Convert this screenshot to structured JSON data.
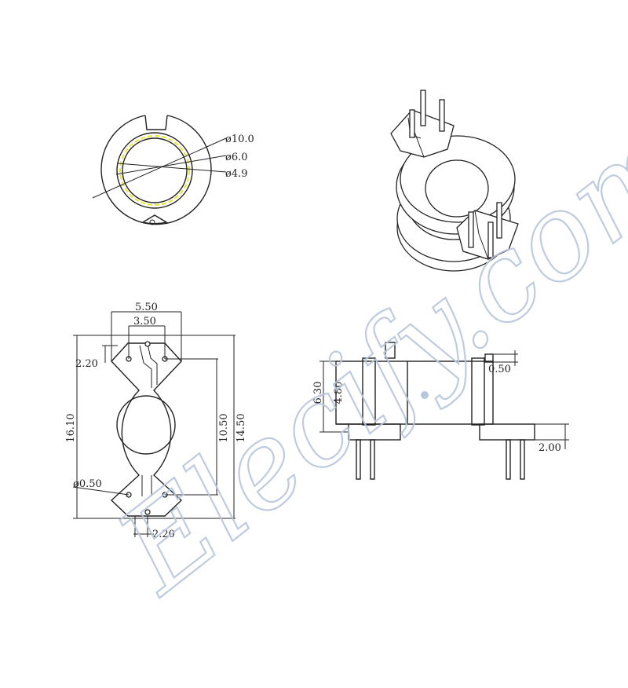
{
  "diagram": {
    "top_view": {
      "diameters": [
        "ø10.0",
        "ø6.0",
        "ø4.9"
      ]
    },
    "front_view": {
      "dims": {
        "top_outer": "5.50",
        "top_inner": "3.50",
        "left_pin_pitch": "2.20",
        "height_overall": "16.10",
        "height_flange": "10.50",
        "height_pins": "14.50",
        "pin_diameter": "ø0.50",
        "bottom_pitch": "2.20"
      }
    },
    "side_view": {
      "dims": {
        "flange_thickness": "0.50",
        "height_outer": "6.30",
        "height_inner": "4.80",
        "pin_offset": "2.00"
      }
    },
    "watermark": "Elecify.com"
  },
  "colors": {
    "line": "#222222",
    "highlight": "#e6e635",
    "watermark": "#b8c6dc"
  }
}
